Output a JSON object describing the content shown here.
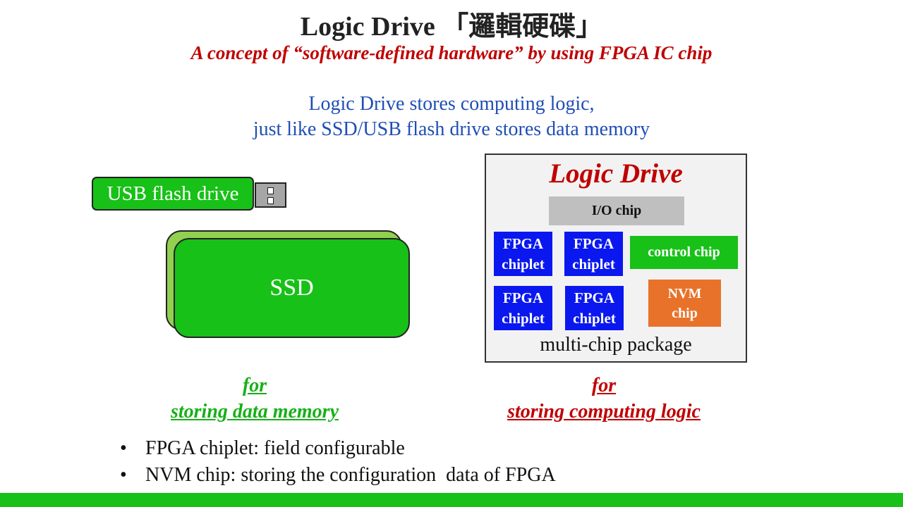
{
  "title": "Logic Drive 「邏輯硬碟」",
  "subtitle": "A concept of “software-defined hardware” by using FPGA  IC chip",
  "description": {
    "line1": "Logic Drive stores computing logic,",
    "line2": "just like SSD/USB flash drive stores data memory"
  },
  "usb": {
    "label": "USB flash drive"
  },
  "ssd": {
    "label": "SSD"
  },
  "logic_drive": {
    "title": "Logic Drive",
    "io_chip": "I/O chip",
    "fpga_chiplets": [
      {
        "line1": "FPGA",
        "line2": "chiplet"
      },
      {
        "line1": "FPGA",
        "line2": "chiplet"
      },
      {
        "line1": "FPGA",
        "line2": "chiplet"
      },
      {
        "line1": "FPGA",
        "line2": "chiplet"
      }
    ],
    "control_chip": "control chip",
    "nvm_chip": {
      "line1": "NVM",
      "line2": "chip"
    },
    "caption": "multi-chip package"
  },
  "for_labels": {
    "left": {
      "line1": "for",
      "line2": "storing data memory"
    },
    "right": {
      "line1": "for",
      "line2": "storing computing logic"
    }
  },
  "bullets": [
    "FPGA chiplet: field configurable",
    "NVM chip: storing the configuration  data of FPGA"
  ],
  "bullet_symbol": "•",
  "colors": {
    "green": "#17c117",
    "light_green": "#92d050",
    "red": "#c00000",
    "blue_text": "#1f4eb5",
    "fpga_blue": "#0a18ef",
    "nvm_orange": "#e8722a",
    "io_gray": "#bfbfbf"
  }
}
